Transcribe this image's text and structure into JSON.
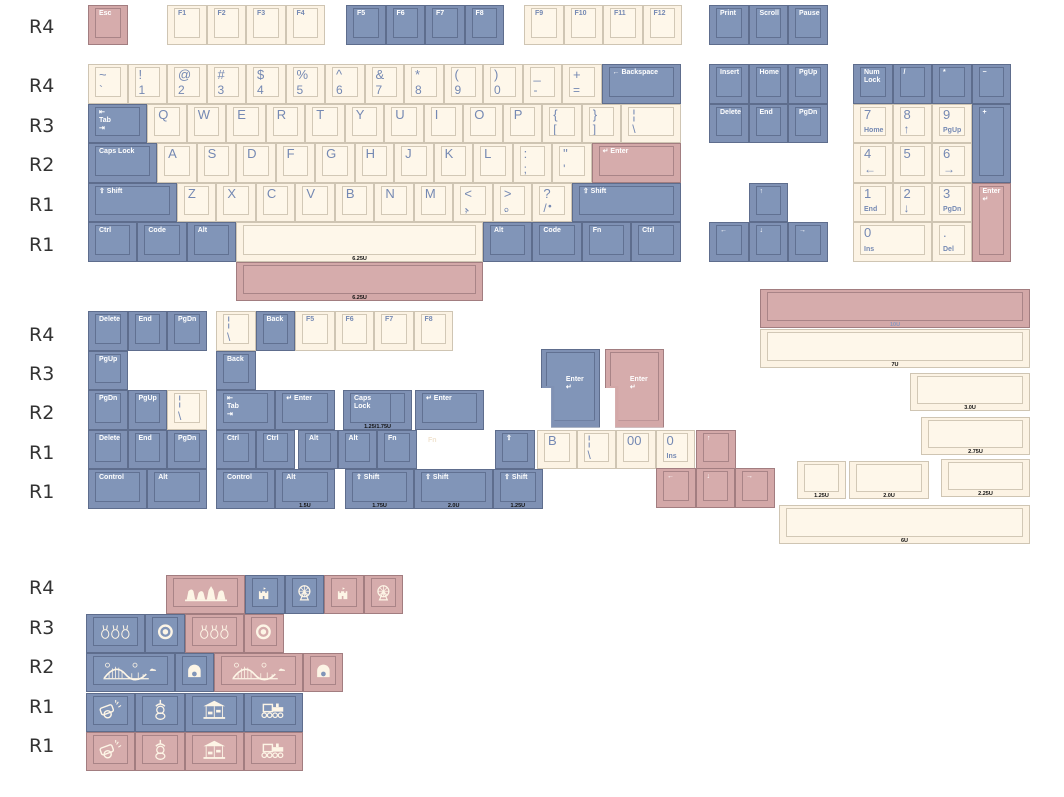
{
  "palette": {
    "b": "#7f91b4",
    "c": "#fcf3e4",
    "p": "#d3a8a8",
    "legend_on_cream": "#7589b3",
    "legend_on_dark": "#ffffff"
  },
  "row_labels": [
    "R4",
    "R4",
    "R3",
    "R2",
    "R1",
    "R1",
    "R4",
    "R3",
    "R2",
    "R1",
    "R1",
    "R4",
    "R3",
    "R2",
    "R1",
    "R1"
  ],
  "groups": {
    "function_row": [
      {
        "l": "Esc",
        "c": "p"
      },
      {
        "l": "F1",
        "c": "c"
      },
      {
        "l": "F2",
        "c": "c"
      },
      {
        "l": "F3",
        "c": "c"
      },
      {
        "l": "F4",
        "c": "c"
      },
      {
        "l": "F5",
        "c": "b"
      },
      {
        "l": "F6",
        "c": "b"
      },
      {
        "l": "F7",
        "c": "b"
      },
      {
        "l": "F8",
        "c": "b"
      },
      {
        "l": "F9",
        "c": "c"
      },
      {
        "l": "F10",
        "c": "c"
      },
      {
        "l": "F11",
        "c": "c"
      },
      {
        "l": "F12",
        "c": "c"
      },
      {
        "l": "Print",
        "c": "b"
      },
      {
        "l": "Scroll",
        "c": "b"
      },
      {
        "l": "Pause",
        "c": "b"
      }
    ],
    "number_row": [
      {
        "l": "~",
        "l2": "`",
        "c": "c"
      },
      {
        "l": "!",
        "l2": "1",
        "c": "c"
      },
      {
        "l": "@",
        "l2": "2",
        "c": "c"
      },
      {
        "l": "#",
        "l2": "3",
        "c": "c"
      },
      {
        "l": "$",
        "l2": "4",
        "c": "c"
      },
      {
        "l": "%",
        "l2": "5",
        "c": "c"
      },
      {
        "l": "^",
        "l2": "6",
        "c": "c"
      },
      {
        "l": "&",
        "l2": "7",
        "c": "c"
      },
      {
        "l": "*",
        "l2": "8",
        "c": "c"
      },
      {
        "l": "(",
        "l2": "9",
        "c": "c"
      },
      {
        "l": ")",
        "l2": "0",
        "c": "c"
      },
      {
        "l": "_",
        "l2": "-",
        "c": "c"
      },
      {
        "l": "+",
        "l2": "=",
        "c": "c"
      },
      {
        "l": "← Backspace",
        "c": "b"
      }
    ],
    "tab_row": [
      {
        "l": "⇤\nTab\n⇥",
        "c": "b"
      },
      {
        "l": "Q",
        "c": "c"
      },
      {
        "l": "W",
        "c": "c"
      },
      {
        "l": "E",
        "c": "c"
      },
      {
        "l": "R",
        "c": "c"
      },
      {
        "l": "T",
        "c": "c"
      },
      {
        "l": "Y",
        "c": "c"
      },
      {
        "l": "U",
        "c": "c"
      },
      {
        "l": "I",
        "c": "c"
      },
      {
        "l": "O",
        "c": "c"
      },
      {
        "l": "P",
        "c": "c"
      },
      {
        "l": "{",
        "l2": "[",
        "c": "c"
      },
      {
        "l": "}",
        "l2": "]",
        "c": "c"
      },
      {
        "l": "¦",
        "l2": "\\",
        "c": "c"
      }
    ],
    "caps_row": [
      {
        "l": "Caps Lock",
        "c": "b"
      },
      {
        "l": "A",
        "c": "c"
      },
      {
        "l": "S",
        "c": "c"
      },
      {
        "l": "D",
        "c": "c"
      },
      {
        "l": "F",
        "c": "c"
      },
      {
        "l": "G",
        "c": "c"
      },
      {
        "l": "H",
        "c": "c"
      },
      {
        "l": "J",
        "c": "c"
      },
      {
        "l": "K",
        "c": "c"
      },
      {
        "l": "L",
        "c": "c"
      },
      {
        "l": ":",
        "l2": ";",
        "c": "c"
      },
      {
        "l": "\"",
        "l2": "'",
        "c": "c"
      },
      {
        "l": "↵ Enter",
        "c": "p"
      }
    ],
    "shift_row": [
      {
        "l": "⇧ Shift",
        "c": "b"
      },
      {
        "l": "Z",
        "c": "c"
      },
      {
        "l": "X",
        "c": "c"
      },
      {
        "l": "C",
        "c": "c"
      },
      {
        "l": "V",
        "c": "c"
      },
      {
        "l": "B",
        "c": "c"
      },
      {
        "l": "N",
        "c": "c"
      },
      {
        "l": "M",
        "c": "c"
      },
      {
        "l": "< 、",
        "l2": ",",
        "c": "c"
      },
      {
        "l": "> 。",
        "l2": ".",
        "c": "c"
      },
      {
        "l": "? ・",
        "l2": "/",
        "c": "c"
      },
      {
        "l": "⇧ Shift",
        "c": "b"
      }
    ],
    "bottom_row": [
      {
        "l": "Ctrl",
        "c": "b"
      },
      {
        "l": "Code",
        "c": "b"
      },
      {
        "l": "Alt",
        "c": "b"
      },
      {
        "l": "",
        "c": "c",
        "s": "6.25U"
      },
      {
        "l": "Alt",
        "c": "b"
      },
      {
        "l": "Code",
        "c": "b"
      },
      {
        "l": "Fn",
        "c": "b"
      },
      {
        "l": "Ctrl",
        "c": "b"
      }
    ],
    "alt_spacebar": [
      {
        "l": "",
        "c": "p",
        "s": "6.25U"
      }
    ],
    "nav_cluster": [
      {
        "l": "Insert",
        "c": "b"
      },
      {
        "l": "Home",
        "c": "b"
      },
      {
        "l": "PgUp",
        "c": "b"
      },
      {
        "l": "Delete",
        "c": "b"
      },
      {
        "l": "End",
        "c": "b"
      },
      {
        "l": "PgDn",
        "c": "b"
      }
    ],
    "arrows": [
      {
        "l": "↑",
        "c": "b"
      },
      {
        "l": "←",
        "c": "b"
      },
      {
        "l": "↓",
        "c": "b"
      },
      {
        "l": "→",
        "c": "b"
      }
    ],
    "numpad": [
      {
        "l": "Num\nLock",
        "c": "b"
      },
      {
        "l": "/",
        "c": "b"
      },
      {
        "l": "*",
        "c": "b"
      },
      {
        "l": "−",
        "c": "b"
      },
      {
        "l": "7",
        "l2": "Home",
        "c": "c"
      },
      {
        "l": "8",
        "l2": "↑",
        "c": "c"
      },
      {
        "l": "9",
        "l2": "PgUp",
        "c": "c"
      },
      {
        "l": "+",
        "c": "b"
      },
      {
        "l": "4",
        "l2": "←",
        "c": "c"
      },
      {
        "l": "5",
        "c": "c"
      },
      {
        "l": "6",
        "l2": "→",
        "c": "c"
      },
      {
        "l": "1",
        "l2": "End",
        "c": "c"
      },
      {
        "l": "2",
        "l2": "↓",
        "c": "c"
      },
      {
        "l": "3",
        "l2": "PgDn",
        "c": "c"
      },
      {
        "l": "Enter\n↵",
        "c": "p"
      },
      {
        "l": "0",
        "l2": "Ins",
        "c": "c"
      },
      {
        "l": ".",
        "l2": "Del",
        "c": "c"
      }
    ],
    "extras_r4": [
      {
        "l": "Delete",
        "c": "b"
      },
      {
        "l": "End",
        "c": "b"
      },
      {
        "l": "PgDn",
        "c": "b"
      },
      {
        "l": "¦",
        "l2": "\\",
        "c": "c"
      },
      {
        "l": "Back",
        "c": "b"
      },
      {
        "l": "F5",
        "c": "c"
      },
      {
        "l": "F6",
        "c": "c"
      },
      {
        "l": "F7",
        "c": "c"
      },
      {
        "l": "F8",
        "c": "c"
      }
    ],
    "extras_r3": [
      {
        "l": "PgUp",
        "c": "b"
      },
      {
        "l": "Back",
        "c": "b"
      }
    ],
    "extras_r2": [
      {
        "l": "PgDn",
        "c": "b"
      },
      {
        "l": "PgUp",
        "c": "b"
      },
      {
        "l": "¦",
        "l2": "\\",
        "c": "c"
      },
      {
        "l": "⇤\nTab\n⇥",
        "c": "b"
      },
      {
        "l": "↵ Enter",
        "c": "b"
      },
      {
        "l": "Caps\nLock",
        "c": "b",
        "s": "1.25/1.75U"
      },
      {
        "l": "↵ Enter",
        "c": "b"
      }
    ],
    "extras_r1": [
      {
        "l": "Delete",
        "c": "b"
      },
      {
        "l": "End",
        "c": "b"
      },
      {
        "l": "PgDn",
        "c": "b"
      },
      {
        "l": "Ctrl",
        "c": "b"
      },
      {
        "l": "Ctrl",
        "c": "b"
      },
      {
        "l": "Alt",
        "c": "b"
      },
      {
        "l": "Alt",
        "c": "b"
      },
      {
        "l": "Fn",
        "c": "b"
      },
      {
        "l": "⇧",
        "c": "b"
      },
      {
        "l": "B",
        "c": "c"
      },
      {
        "l": "¦",
        "l2": "\\",
        "c": "c"
      },
      {
        "l": "00",
        "c": "c"
      },
      {
        "l": "0",
        "l2": "Ins",
        "c": "c"
      },
      {
        "l": "↑",
        "c": "p"
      }
    ],
    "extras_ghost_label": "Fn",
    "iso_enters": [
      {
        "l": "Enter\n↵",
        "c": "b"
      },
      {
        "l": "Enter\n↵",
        "c": "p"
      }
    ],
    "extras_r0": [
      {
        "l": "Control",
        "c": "b"
      },
      {
        "l": "Alt",
        "c": "b"
      },
      {
        "l": "Control",
        "c": "b"
      },
      {
        "l": "Alt",
        "c": "b",
        "s": "1.5U"
      },
      {
        "l": "⇧ Shift",
        "c": "b",
        "s": "1.75U"
      },
      {
        "l": "⇧ Shift",
        "c": "b",
        "s": "2.0U"
      },
      {
        "l": "⇧ Shift",
        "c": "b",
        "s": "1.25U"
      },
      {
        "l": "←",
        "c": "p"
      },
      {
        "l": "↓",
        "c": "p"
      },
      {
        "l": "→",
        "c": "p"
      }
    ],
    "spacebars": [
      {
        "l": "",
        "c": "p",
        "s": "10U",
        "faint": true
      },
      {
        "l": "",
        "c": "c",
        "s": "7U"
      },
      {
        "l": "",
        "c": "c",
        "s": "3.0U"
      },
      {
        "l": "",
        "c": "c",
        "s": "2.75U"
      },
      {
        "l": "",
        "c": "c",
        "s": "1.25U"
      },
      {
        "l": "",
        "c": "c",
        "s": "2.0U"
      },
      {
        "l": "",
        "c": "c",
        "s": "2.25U"
      },
      {
        "l": "",
        "c": "c",
        "s": "6U"
      }
    ],
    "novelty_r4": [
      {
        "i": "bouncy-castle",
        "c": "p"
      },
      {
        "i": "castle",
        "c": "b"
      },
      {
        "i": "ferris-wheel",
        "c": "b"
      },
      {
        "i": "castle",
        "c": "p"
      },
      {
        "i": "ferris-wheel",
        "c": "p"
      }
    ],
    "novelty_r3": [
      {
        "i": "bunnies",
        "c": "b"
      },
      {
        "i": "duck-ring",
        "c": "b"
      },
      {
        "i": "bunnies",
        "c": "p"
      },
      {
        "i": "duck-ring",
        "c": "p"
      }
    ],
    "novelty_r2": [
      {
        "i": "roller-coaster",
        "c": "b"
      },
      {
        "i": "haunted-tunnel",
        "c": "b"
      },
      {
        "i": "roller-coaster",
        "c": "p"
      },
      {
        "i": "haunted-tunnel",
        "c": "p"
      }
    ],
    "novelty_r1a": [
      {
        "i": "cannon",
        "c": "b"
      },
      {
        "i": "claw-bear",
        "c": "b"
      },
      {
        "i": "carousel",
        "c": "b"
      },
      {
        "i": "train",
        "c": "b"
      }
    ],
    "novelty_r1b": [
      {
        "i": "cannon",
        "c": "p"
      },
      {
        "i": "claw-bear",
        "c": "p"
      },
      {
        "i": "carousel",
        "c": "p"
      },
      {
        "i": "train",
        "c": "p"
      }
    ]
  }
}
